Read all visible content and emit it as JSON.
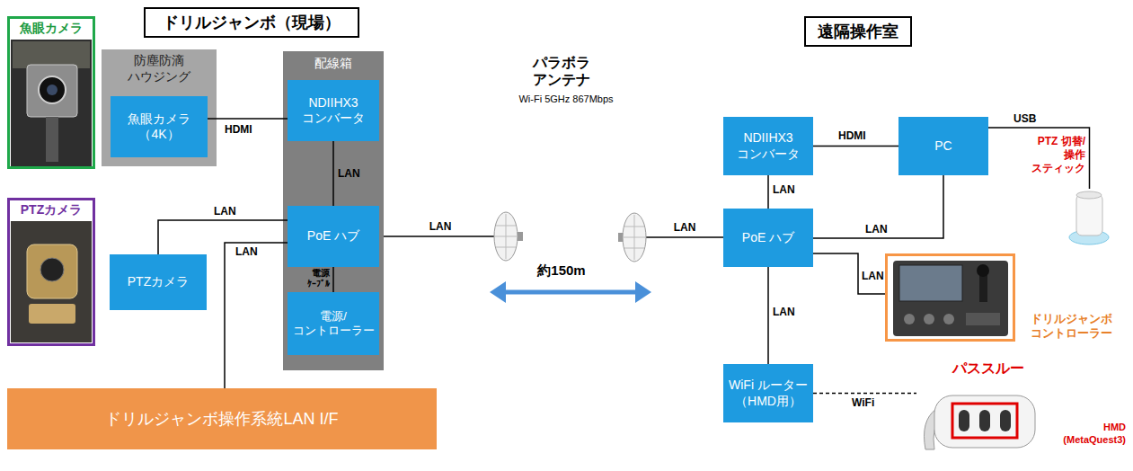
{
  "diagram": {
    "nodes": [
      {
        "text": [
          "ドリルジャンボ（現場）"
        ]
      },
      {
        "text": [
          "遠隔操作室"
        ]
      },
      {
        "text": [
          "魚眼カメラ"
        ]
      },
      {
        "text": [
          "PTZカメラ"
        ]
      },
      {
        "text": [
          "防塵防滴 ハウジング"
        ]
      },
      {
        "text": [
          "魚眼カメラ （4K）"
        ],
        "in": 4
      },
      {
        "text": [
          "配線箱"
        ]
      },
      {
        "text": [
          "NDIIHX3 コンバータ"
        ],
        "in": 6
      },
      {
        "text": [
          "PoE ハブ"
        ],
        "in": 6
      },
      {
        "text": [
          "電源/ コントローラー"
        ],
        "in": 6
      },
      {
        "text": [
          "PTZカメラ"
        ]
      },
      {
        "text": [
          "ドリルジャンボ操作系統LAN I/F"
        ]
      },
      {
        "text": [
          "NDIIHX3 コンバータ"
        ]
      },
      {
        "text": [
          "PC"
        ]
      },
      {
        "text": [
          "PoE ハブ"
        ]
      },
      {
        "text": [
          "PTZ 切替/操作 スティック"
        ]
      },
      {
        "text": [
          "ドリルジャンボ コントローラー"
        ]
      },
      {
        "text": [
          "WiFi ルーター （HMD用）"
        ]
      },
      {
        "text": [
          "パススルー",
          "HMD (MetaQuest3)"
        ]
      }
    ],
    "edges": [
      {
        "from": 5,
        "to": 7,
        "arrow": "none",
        "label": "HDMI"
      },
      {
        "from": 7,
        "to": 8,
        "arrow": "none",
        "label": "LAN"
      },
      {
        "from": 10,
        "to": 8,
        "arrow": "none",
        "label": "LAN"
      },
      {
        "from": 11,
        "to": 8,
        "arrow": "none",
        "label": "LAN"
      },
      {
        "from": 8,
        "to": 9,
        "arrow": "none",
        "label": "電源 ｹｰﾌﾞﾙ"
      },
      {
        "from": 12,
        "to": 13,
        "arrow": "none",
        "label": "HDMI"
      },
      {
        "from": 12,
        "to": 14,
        "arrow": "none",
        "label": "LAN"
      },
      {
        "from": 13,
        "to": 14,
        "arrow": "none",
        "label": "LAN"
      },
      {
        "from": 13,
        "to": 15,
        "arrow": "none",
        "label": "USB"
      },
      {
        "from": 14,
        "to": 16,
        "arrow": "none",
        "label": "LAN"
      },
      {
        "from": 14,
        "to": 17,
        "arrow": "none",
        "label": "LAN"
      },
      {
        "from": 17,
        "to": 18,
        "arrow": "none",
        "label": "WiFi"
      }
    ],
    "labels": [
      "パラボラ アンテナ",
      "Wi-Fi 5GHz 867Mbps",
      "約150m",
      "LAN",
      "LAN"
    ]
  }
}
